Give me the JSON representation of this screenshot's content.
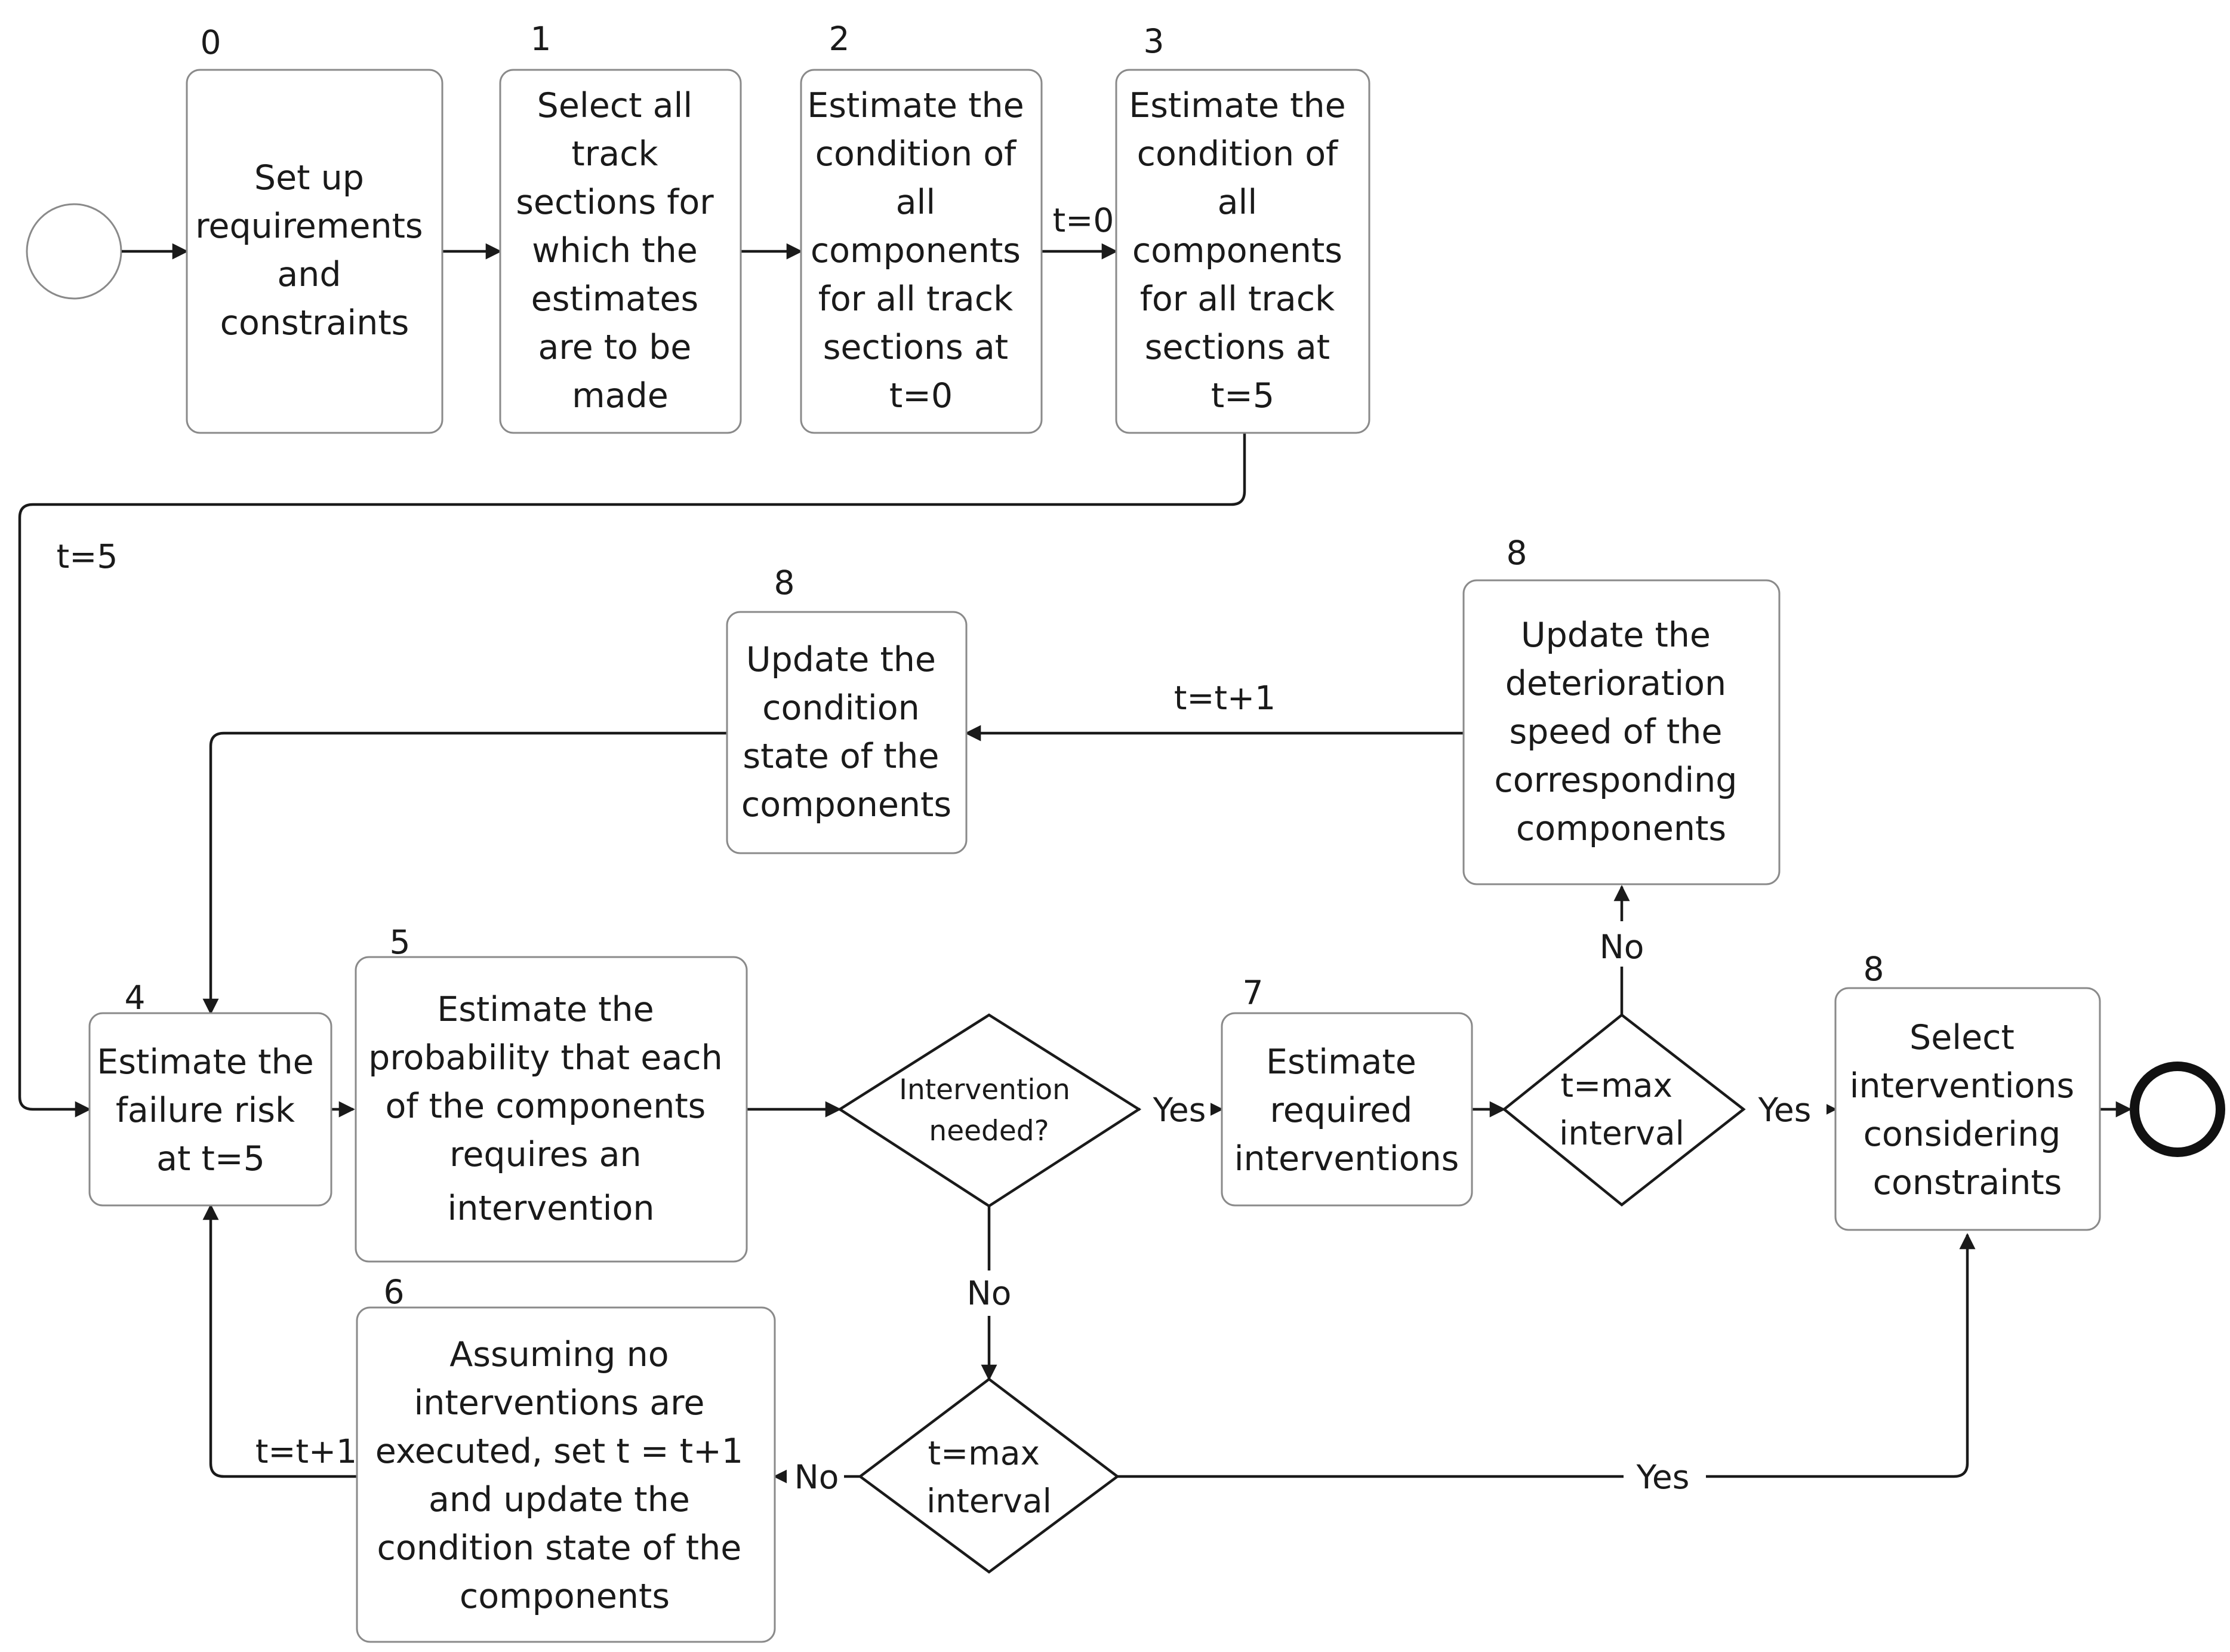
{
  "colors": {
    "box_stroke": "#8a8a8a",
    "line": "#1a1a1a",
    "text": "#1a1a1a",
    "background": "#ffffff"
  },
  "nodes": {
    "n0": {
      "num": "0",
      "lines": [
        "Set up",
        "requirements",
        "and",
        "constraints"
      ]
    },
    "n1": {
      "num": "1",
      "lines": [
        "Select all",
        "track",
        "sections for",
        "which the",
        "estimates",
        "are to be",
        "made"
      ]
    },
    "n2": {
      "num": "2",
      "lines": [
        "Estimate the",
        "condition of",
        "all",
        "components",
        "for all track",
        "sections at",
        "t=0"
      ]
    },
    "n3": {
      "num": "3",
      "lines": [
        "Estimate the",
        "condition of",
        "all",
        "components",
        "for all track",
        "sections at",
        "t=5"
      ]
    },
    "n8a": {
      "num": "8",
      "lines": [
        "Update the",
        "condition",
        "state of the",
        "components"
      ]
    },
    "n8b": {
      "num": "8",
      "lines": [
        "Update the",
        "deterioration",
        "speed of the",
        "corresponding",
        "components"
      ]
    },
    "n4": {
      "num": "4",
      "lines": [
        "Estimate the",
        "failure risk",
        "at t=5"
      ]
    },
    "n5": {
      "num": "5",
      "lines": [
        "Estimate the",
        "probability that each",
        "of the components",
        "requires an",
        "intervention"
      ]
    },
    "n7": {
      "num": "7",
      "lines": [
        "Estimate",
        "required",
        "interventions"
      ]
    },
    "n8c": {
      "num": "8",
      "lines": [
        "Select",
        "interventions",
        "considering",
        "constraints"
      ]
    },
    "n6": {
      "num": "6",
      "lines": [
        "Assuming no",
        "interventions are",
        "executed, set t = t+1",
        "and update the",
        "condition state of the",
        "components"
      ]
    }
  },
  "decisions": {
    "d1": {
      "lines": [
        "Intervention",
        "needed?"
      ]
    },
    "d2": {
      "lines": [
        "t=max",
        "interval"
      ]
    },
    "d3": {
      "lines": [
        "t=max",
        "interval"
      ]
    }
  },
  "edge_labels": {
    "t0": "t=0",
    "t5": "t=5",
    "tt1_top": "t=t+1",
    "tt1_left": "t=t+1",
    "yes_d1": "Yes",
    "no_d1": "No",
    "yes_d2": "Yes",
    "no_d2": "No",
    "yes_d3": "Yes",
    "no_d3": "No"
  }
}
